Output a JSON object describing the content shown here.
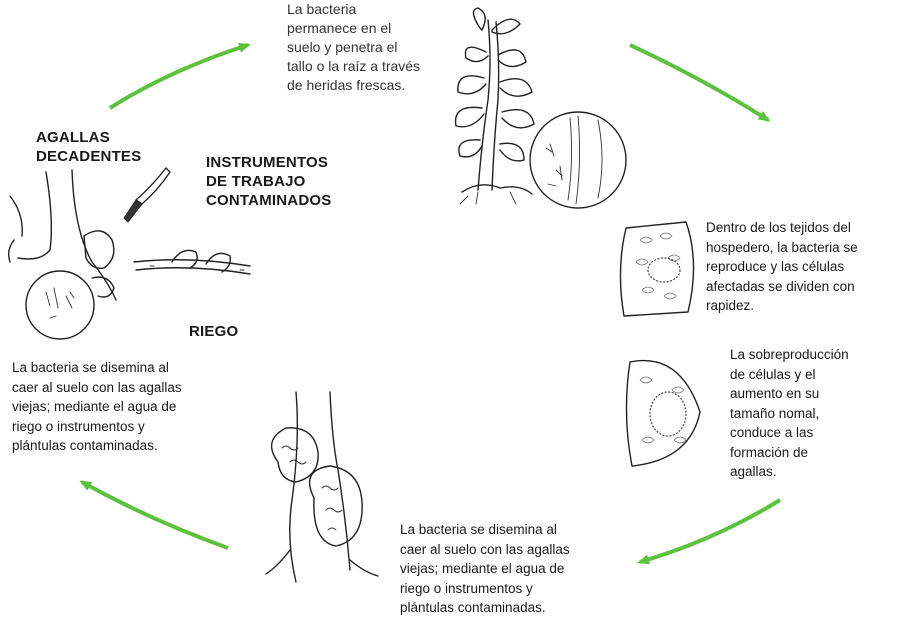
{
  "texts": {
    "top": "La bacteria\npermanece en el\nsuelo y penetra el\ntallo o la raíz a través\nde heridas frescas.",
    "agallas_decadentes": "AGALLAS\nDECADENTES",
    "instrumentos": "INSTRUMENTOS\nDE TRABAJO\nCONTAMINADOS",
    "riego": "RIEGO",
    "left_para": "La  bacteria se disemina al\ncaer al suelo con las agallas\nviejas; mediante el agua de\nriego o instrumentos y\nplántulas contaminadas.",
    "right_para_1": "Dentro de los tejidos del\nhospedero, la bacteria se\nreproduce y las células\nafectadas se dividen con\nrapidez.",
    "right_para_2": "La sobreproducción\nde células y el\naumento en su\ntamaño nomal,\nconduce a las\nformación de\nagallas.",
    "bottom_para": "La  bacteria se disemina al\ncaer al suelo con las agallas\nviejas; mediante el agua de\nriego o instrumentos y\nplántulas contaminadas."
  },
  "colors": {
    "arrow": "#5cc23c",
    "ink": "#222222"
  },
  "icons": [
    "climbing-plant-icon",
    "bacteria-magnifier-icon",
    "knife-icon",
    "branch-icon",
    "decayed-gall-icon",
    "tissue-section-icon",
    "gall-section-icon",
    "galled-stem-icon"
  ]
}
